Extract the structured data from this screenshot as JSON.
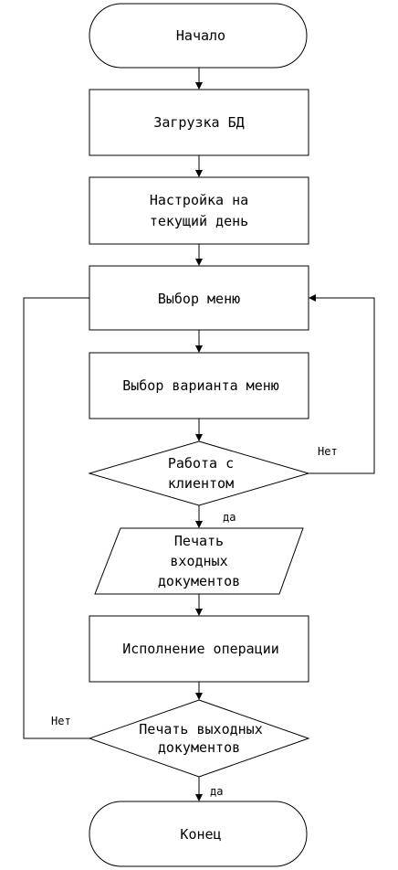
{
  "flowchart": {
    "start": "Начало",
    "load_db": "Загрузка БД",
    "setup_line1": "Настройка на",
    "setup_line2": "текущий день",
    "menu_select": "Выбор меню",
    "menu_option": "Выбор варианта меню",
    "decision1_line1": "Работа с",
    "decision1_line2": "клиентом",
    "decision1_no": "Нет",
    "decision1_yes": "да",
    "print_in_line1": "Печать",
    "print_in_line2": "входных",
    "print_in_line3": "документов",
    "execute": "Исполнение операции",
    "decision2_line1": "Печать выходных",
    "decision2_line2": "документов",
    "decision2_no": "Нет",
    "decision2_yes": "да",
    "end": "Конец"
  }
}
